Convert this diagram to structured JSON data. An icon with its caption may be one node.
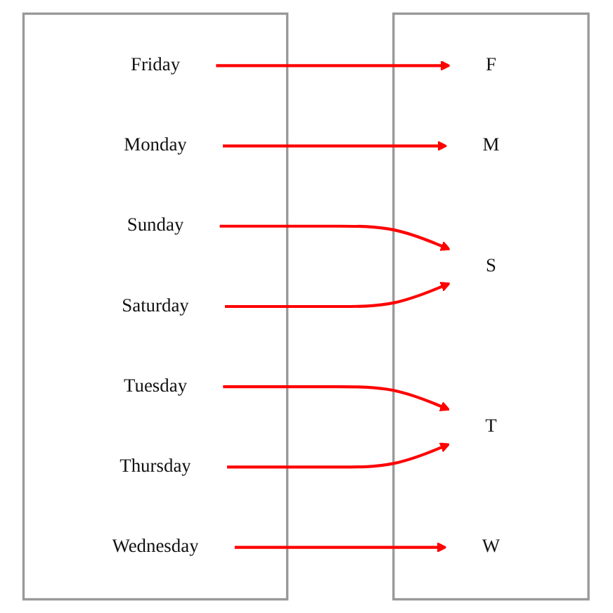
{
  "diagram": {
    "nodes": [
      {
        "text": [],
        "shape": "box"
      },
      {
        "text": [
          "Sunday"
        ],
        "in": 0
      },
      {
        "text": [
          "Monday"
        ],
        "in": 0
      },
      {
        "text": [
          "Tuesday"
        ],
        "in": 0
      },
      {
        "text": [
          "Wednesday"
        ],
        "in": 0
      },
      {
        "text": [
          "Thursday"
        ],
        "in": 0
      },
      {
        "text": [
          "Friday"
        ],
        "in": 0
      },
      {
        "text": [
          "Saturday"
        ],
        "in": 0
      },
      {
        "text": [],
        "shape": "box"
      },
      {
        "text": [
          "F"
        ],
        "in": 8
      },
      {
        "text": [
          "M"
        ],
        "in": 8
      },
      {
        "text": [
          "S"
        ],
        "in": 8
      },
      {
        "text": [
          "T"
        ],
        "in": 8
      },
      {
        "text": [
          "W"
        ],
        "in": 8
      }
    ],
    "edges": [
      {
        "from": 1,
        "to": 11,
        "arrow": "to"
      },
      {
        "from": 2,
        "to": 10,
        "arrow": "to"
      },
      {
        "from": 3,
        "to": 12,
        "arrow": "to"
      },
      {
        "from": 4,
        "to": 13,
        "arrow": "to"
      },
      {
        "from": 5,
        "to": 12,
        "arrow": "to"
      },
      {
        "from": 6,
        "to": 9,
        "arrow": "to"
      },
      {
        "from": 7,
        "to": 11,
        "arrow": "to"
      }
    ]
  }
}
